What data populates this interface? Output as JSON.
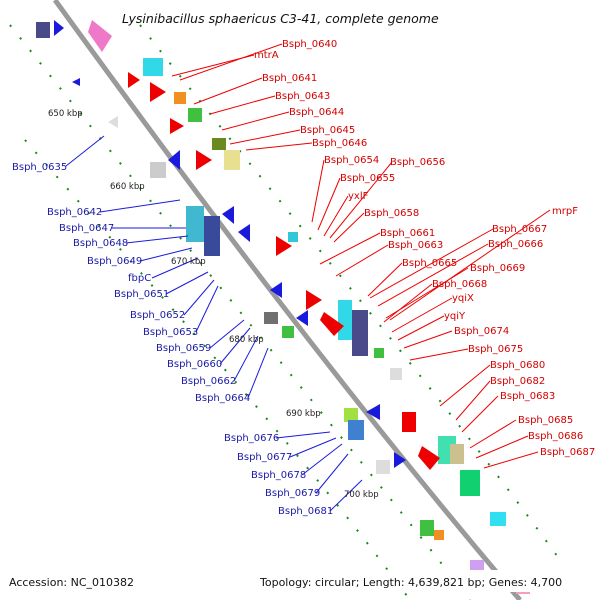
{
  "title": "Lysinibacillus sphaericus C3-41, complete genome",
  "footer": {
    "accession": "Accession: NC_010382",
    "topology": "Topology: circular; Length: 4,639,821 bp; Genes: 4,700"
  },
  "scale_labels": [
    "650 kbp",
    "660 kbp",
    "670 kbp",
    "680 kbp",
    "690 kbp",
    "700 kbp"
  ],
  "gene_labels_red": [
    "Bsph_0640",
    "mtrA",
    "Bsph_0641",
    "Bsph_0643",
    "Bsph_0644",
    "Bsph_0645",
    "Bsph_0646",
    "Bsph_0654",
    "Bsph_0656",
    "Bsph_0655",
    "yxlF",
    "Bsph_0658",
    "Bsph_0661",
    "Bsph_0663",
    "mrpF",
    "Bsph_0667",
    "Bsph_0666",
    "Bsph_0665",
    "Bsph_0669",
    "Bsph_0668",
    "yqiX",
    "yqiY",
    "Bsph_0674",
    "Bsph_0675",
    "Bsph_0680",
    "Bsph_0682",
    "Bsph_0683",
    "Bsph_0685",
    "Bsph_0686",
    "Bsph_0687"
  ],
  "gene_labels_blue": [
    "Bsph_0635",
    "Bsph_0642",
    "Bsph_0647",
    "Bsph_0648",
    "Bsph_0649",
    "fbpC",
    "Bsph_0651",
    "Bsph_0652",
    "Bsph_0653",
    "Bsph_0659",
    "Bsph_0660",
    "Bsph_0662",
    "Bsph_0664",
    "Bsph_0676",
    "Bsph_0677",
    "Bsph_0678",
    "Bsph_0679",
    "Bsph_0681"
  ],
  "colors": {
    "forward_gene": "#ee0000",
    "reverse_gene": "#0000dd",
    "backbone": "#9a9a9a",
    "label_red": "#d40000",
    "label_blue": "#1a1aa6",
    "dots": "#1a8a1a"
  }
}
